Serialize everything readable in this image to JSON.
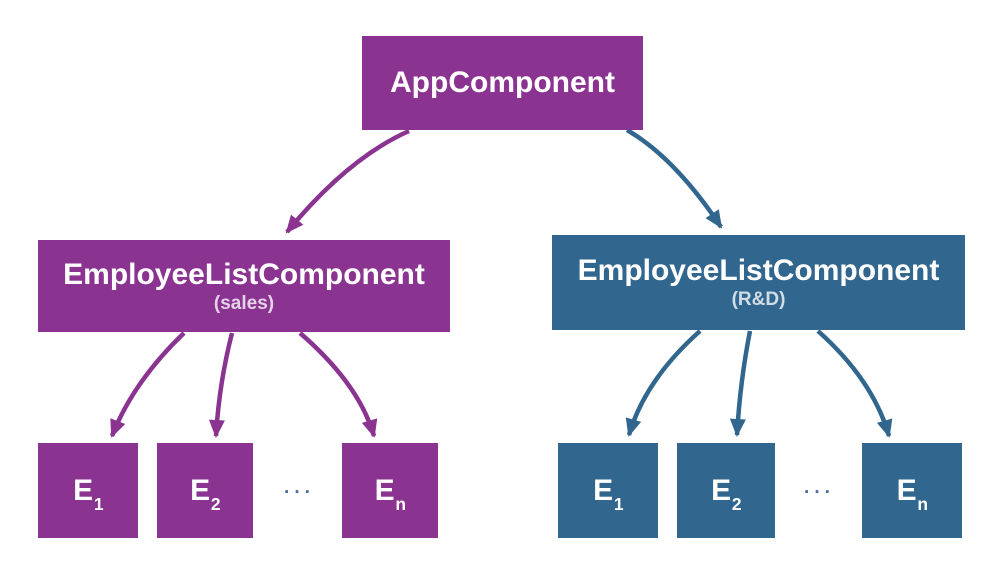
{
  "colors": {
    "purple": "#8A3391",
    "blue": "#31668F",
    "ellipsis": "#4A6E9E",
    "background": "#FFFFFF",
    "text": "#FFFFFF"
  },
  "root": {
    "label": "AppComponent"
  },
  "branches": [
    {
      "id": "sales",
      "title": "EmployeeListComponent",
      "subtitle": "(sales)",
      "ellipsis": "···",
      "children": [
        {
          "base": "E",
          "sub": "1"
        },
        {
          "base": "E",
          "sub": "2"
        },
        {
          "base": "E",
          "sub": "n"
        }
      ]
    },
    {
      "id": "rnd",
      "title": "EmployeeListComponent",
      "subtitle": "(R&D)",
      "ellipsis": "···",
      "children": [
        {
          "base": "E",
          "sub": "1"
        },
        {
          "base": "E",
          "sub": "2"
        },
        {
          "base": "E",
          "sub": "n"
        }
      ]
    }
  ]
}
